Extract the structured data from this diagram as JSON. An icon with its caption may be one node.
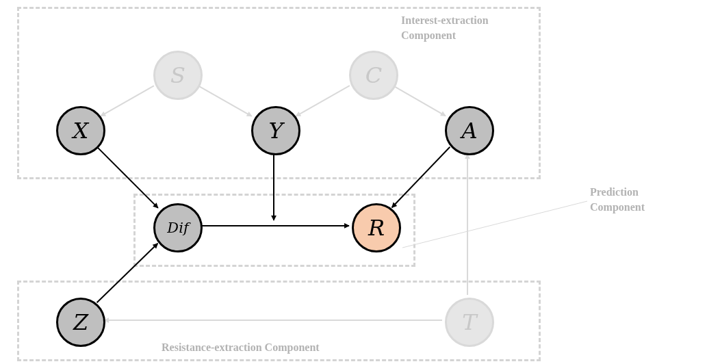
{
  "diagram": {
    "nodes": [
      {
        "text": [
          "Interest-extraction Component"
        ]
      },
      {
        "text": [
          "S"
        ],
        "in": 0
      },
      {
        "text": [
          "C"
        ],
        "in": 0
      },
      {
        "text": [
          "X"
        ],
        "in": 0
      },
      {
        "text": [
          "Y"
        ],
        "in": 0
      },
      {
        "text": [
          "A"
        ],
        "in": 0
      },
      {
        "text": [],
        "shape": "box"
      },
      {
        "text": [
          "Dif"
        ],
        "in": 6
      },
      {
        "text": [
          "R"
        ],
        "in": 6
      },
      {
        "text": [
          "Prediction Component"
        ]
      },
      {
        "text": [
          "Resistance-extraction Component"
        ]
      },
      {
        "text": [
          "Z"
        ],
        "in": 10
      },
      {
        "text": [
          "T"
        ],
        "in": 10
      }
    ],
    "edges": [
      {
        "from": 1,
        "to": 3,
        "arrow": "to",
        "color": "#d9d9d9"
      },
      {
        "from": 1,
        "to": 4,
        "arrow": "to",
        "color": "#d9d9d9"
      },
      {
        "from": 2,
        "to": 4,
        "arrow": "to",
        "color": "#d9d9d9"
      },
      {
        "from": 2,
        "to": 5,
        "arrow": "to",
        "color": "#d9d9d9"
      },
      {
        "from": 3,
        "to": 7,
        "arrow": "to",
        "color": "#000000"
      },
      {
        "from": 4,
        "to": null,
        "arrow": "to",
        "color": "#000000"
      },
      {
        "from": 5,
        "to": 8,
        "arrow": "to",
        "color": "#000000"
      },
      {
        "from": 7,
        "to": 8,
        "arrow": "to",
        "color": "#000000"
      },
      {
        "from": 11,
        "to": 7,
        "arrow": "to",
        "color": "#000000"
      },
      {
        "from": 12,
        "to": 5,
        "arrow": "to",
        "color": "#d9d9d9"
      },
      {
        "from": 12,
        "to": 11,
        "arrow": "to",
        "color": "#d9d9d9"
      },
      {
        "from": 9,
        "to": 6,
        "arrow": "none",
        "color": "#d9d9d9"
      }
    ]
  }
}
